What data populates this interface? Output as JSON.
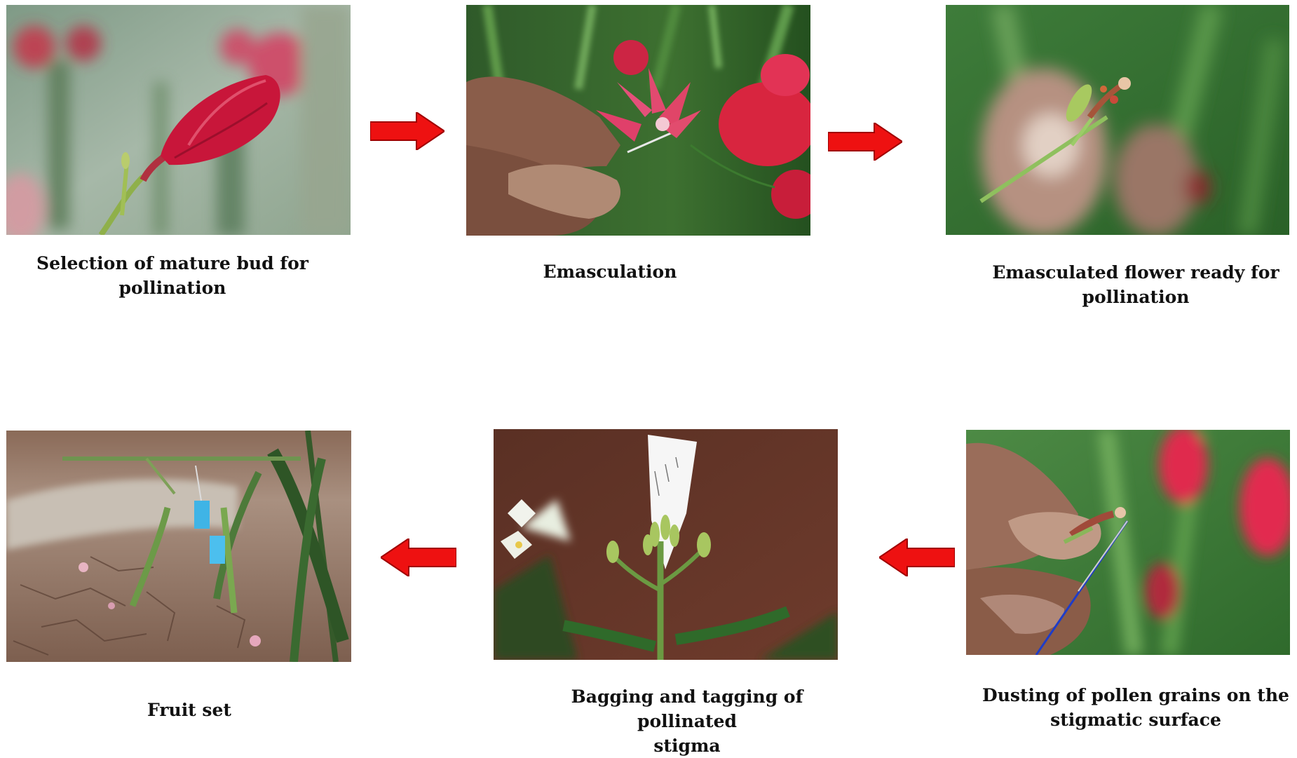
{
  "steps": [
    {
      "caption_line1": "Selection of mature bud for",
      "caption_line2": "pollination"
    },
    {
      "caption_line1": "Emasculation",
      "caption_line2": ""
    },
    {
      "caption_line1": "Emasculated flower ready for",
      "caption_line2": "pollination"
    },
    {
      "caption_line1": "Dusting of pollen grains on the",
      "caption_line2": "stigmatic surface"
    },
    {
      "caption_line1": "Bagging and tagging of pollinated",
      "caption_line2": "stigma"
    },
    {
      "caption_line1": "Fruit set",
      "caption_line2": ""
    }
  ],
  "arrows": [
    {
      "direction": "right",
      "icon": "red-right-arrow-icon",
      "color": "#ee1111"
    },
    {
      "direction": "right",
      "icon": "red-right-arrow-icon",
      "color": "#ee1111"
    },
    {
      "direction": "left",
      "icon": "red-left-arrow-icon",
      "color": "#ee1111"
    },
    {
      "direction": "left",
      "icon": "red-left-arrow-icon",
      "color": "#ee1111"
    }
  ]
}
